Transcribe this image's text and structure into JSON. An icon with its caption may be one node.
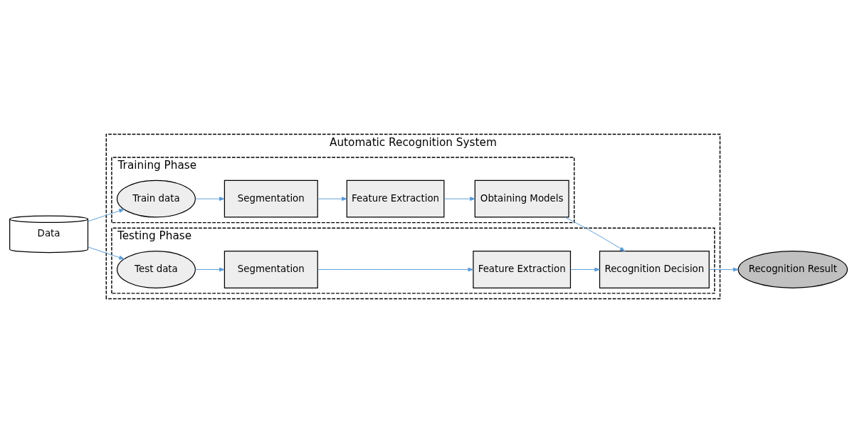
{
  "diagram": {
    "nodes": [
      {
        "text": [
          "Automatic Recognition System"
        ]
      },
      {
        "text": [
          "Training Phase"
        ],
        "in": 0
      },
      {
        "text": [
          "Train data"
        ],
        "in": 1
      },
      {
        "text": [
          "Segmentation"
        ],
        "in": 1
      },
      {
        "text": [
          "Feature Extraction"
        ],
        "in": 1
      },
      {
        "text": [
          "Obtaining Models"
        ],
        "in": 1
      },
      {
        "text": [
          "Testing Phase"
        ],
        "in": 0
      },
      {
        "text": [
          "Test data"
        ],
        "in": 6
      },
      {
        "text": [
          "Segmentation"
        ],
        "in": 6
      },
      {
        "text": [
          "Feature Extraction"
        ],
        "in": 6
      },
      {
        "text": [
          "Recognition Decision"
        ],
        "in": 6
      },
      {
        "text": [
          "Data"
        ]
      },
      {
        "text": [
          "Recognition Result"
        ]
      }
    ],
    "edges": [
      {
        "from": 11,
        "to": 2,
        "arrow": "to"
      },
      {
        "from": 11,
        "to": 7,
        "arrow": "to"
      },
      {
        "from": 2,
        "to": 3,
        "arrow": "to"
      },
      {
        "from": 3,
        "to": 4,
        "arrow": "to"
      },
      {
        "from": 4,
        "to": 5,
        "arrow": "to"
      },
      {
        "from": 5,
        "to": 10,
        "arrow": "to"
      },
      {
        "from": 7,
        "to": 8,
        "arrow": "to"
      },
      {
        "from": 8,
        "to": 9,
        "arrow": "to"
      },
      {
        "from": 9,
        "to": 10,
        "arrow": "to"
      },
      {
        "from": 10,
        "to": 12,
        "arrow": "to"
      }
    ]
  }
}
